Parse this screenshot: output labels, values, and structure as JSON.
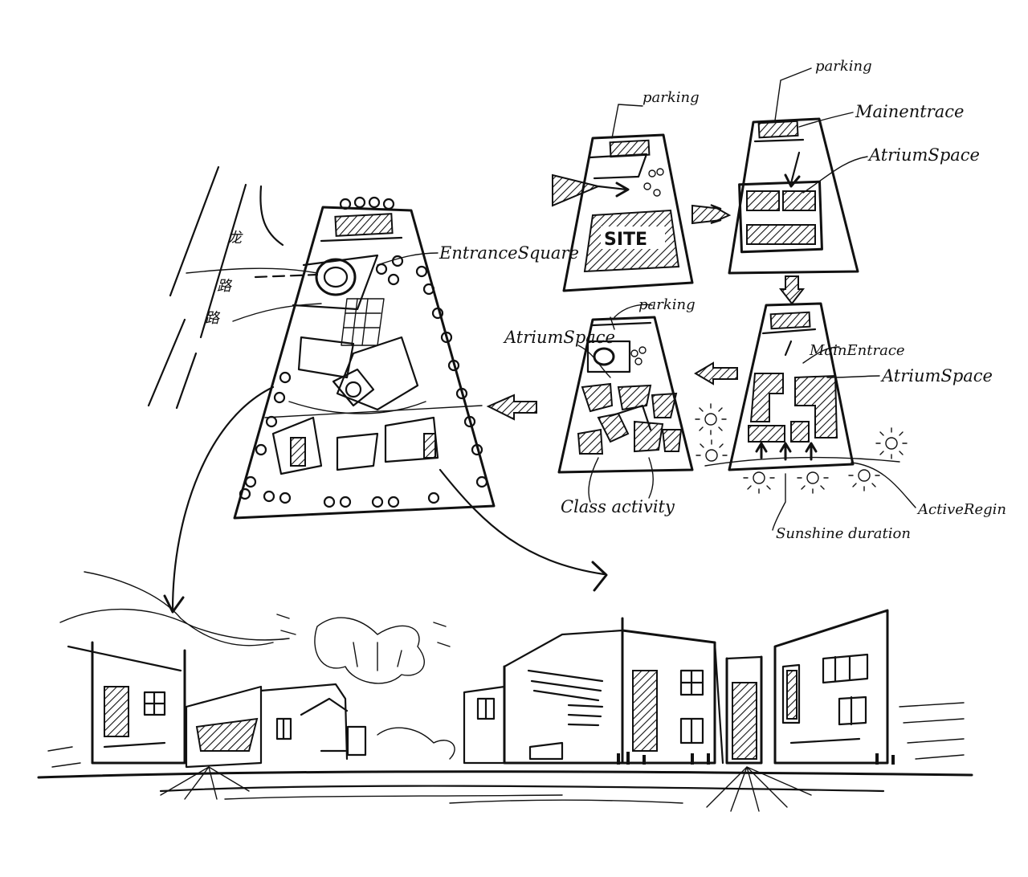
{
  "labels": {
    "entrance_square": "EntranceSquare",
    "parking_1": "parking",
    "parking_2": "parking",
    "parking_3": "parking",
    "main_entrance_1": "Mainentrace",
    "main_entrance_2": "MainEntrace",
    "atrium_space_1": "AtriumSpace",
    "atrium_space_2": "AtriumSpace",
    "atrium_space_3": "AtriumSpace",
    "site": "SITE",
    "class_activity": "Class activity",
    "sunshine_duration": "Sunshine duration",
    "active_region": "ActiveRegin",
    "road_glyph_1": "龙",
    "road_glyph_2": "路",
    "road_glyph_3": "路"
  },
  "colors": {
    "ink": "#111111",
    "paper": "#ffffff"
  },
  "icons": [
    "sun-icon",
    "tree-icon",
    "arrow-icon"
  ]
}
